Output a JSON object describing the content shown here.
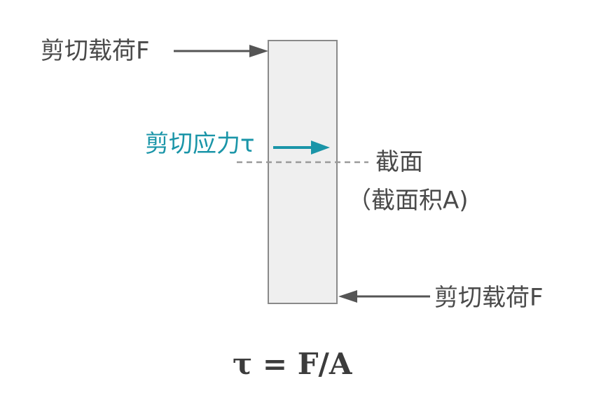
{
  "labels": {
    "load_top": "剪切载荷F",
    "load_bottom": "剪切载荷F",
    "stress": "剪切应力τ",
    "section": "截面",
    "section_area": "（截面积A)"
  },
  "formula": "τ = F/A",
  "colors": {
    "text": "#4a4a4a",
    "accent": "#1a95a8",
    "bar_fill": "#efefef",
    "bar_stroke": "#8a8a8a",
    "arrow": "#555555",
    "dashed_line": "#9a9a9a"
  }
}
